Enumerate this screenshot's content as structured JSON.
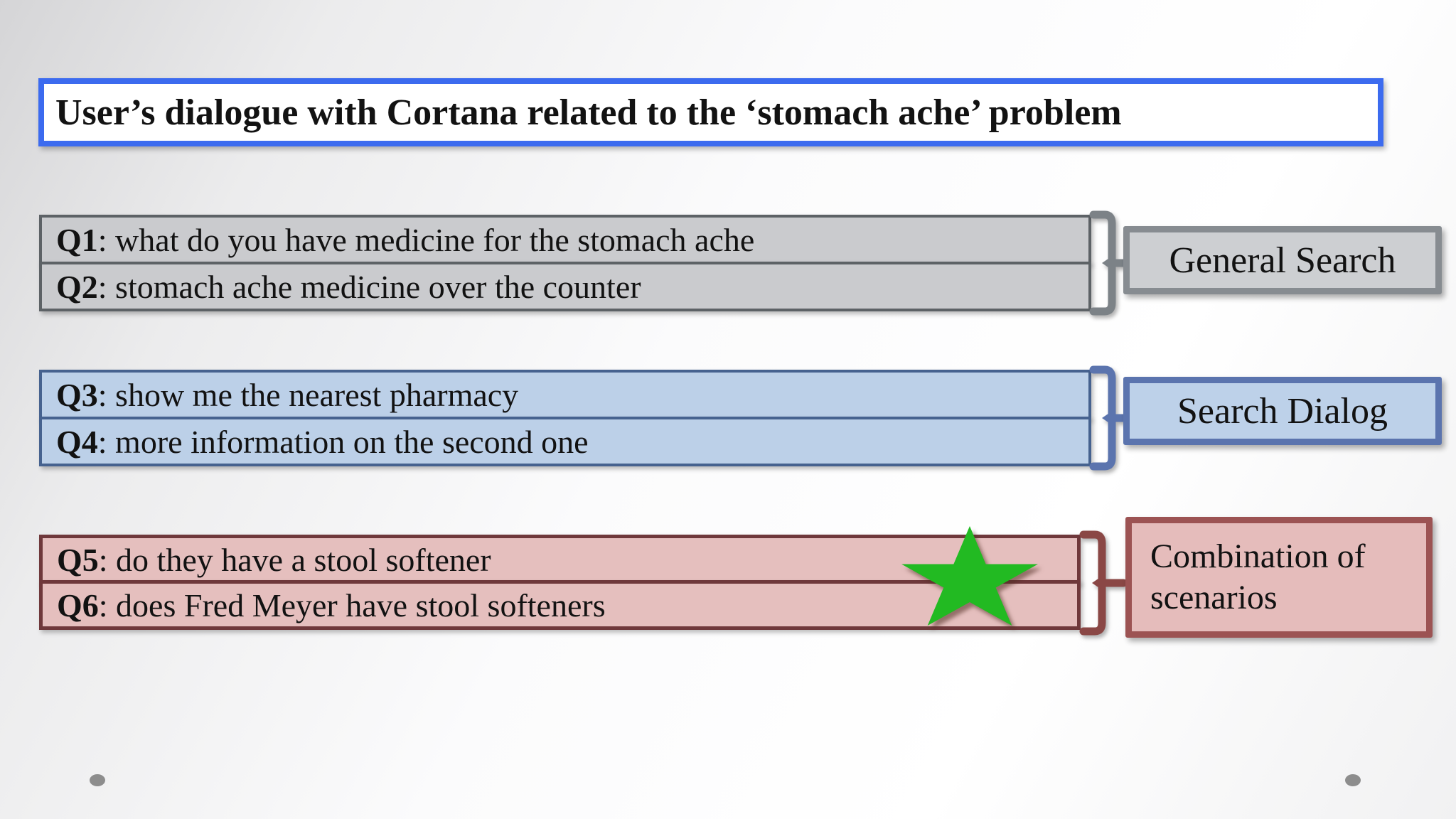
{
  "slide": {
    "title": "User’s dialogue with Cortana related to the ‘stomach ache’ problem",
    "title_border_color": "#3c6bef",
    "groups": [
      {
        "name": "general-search",
        "label": "General Search",
        "rows": [
          {
            "q": "Q1",
            "text": ": what do you have medicine for the stomach ache"
          },
          {
            "q": "Q2",
            "text": ": stomach ache medicine over the counter"
          }
        ],
        "colors": {
          "row_fill": "#cacbce",
          "row_border": "#5d6266",
          "bracket": "#7c8287",
          "label_fill": "#cdcfd2",
          "label_border": "#878c91"
        }
      },
      {
        "name": "search-dialog",
        "label": "Search Dialog",
        "rows": [
          {
            "q": "Q3",
            "text": ": show me the nearest pharmacy"
          },
          {
            "q": "Q4",
            "text": ": more information on the second one"
          }
        ],
        "colors": {
          "row_fill": "#bcd0e8",
          "row_border": "#46628f",
          "bracket": "#5b74ae",
          "label_fill": "#bdd1e9",
          "label_border": "#5b74ae"
        }
      },
      {
        "name": "combination-of-scenarios",
        "label": "Combination of scenarios",
        "rows": [
          {
            "q": "Q5",
            "text": ": do they have a stool softener"
          },
          {
            "q": "Q6",
            "text": ": does Fred Meyer have stool softeners"
          }
        ],
        "colors": {
          "row_fill": "#e5bfbe",
          "row_border": "#6f383b",
          "bracket": "#8a4745",
          "label_fill": "#e5bcbb",
          "label_border": "#9c5353"
        },
        "icon": {
          "name": "star-icon",
          "color": "#22ba22"
        }
      }
    ],
    "nav_dots": {
      "count": 2,
      "color": "#8d8d8d"
    }
  }
}
